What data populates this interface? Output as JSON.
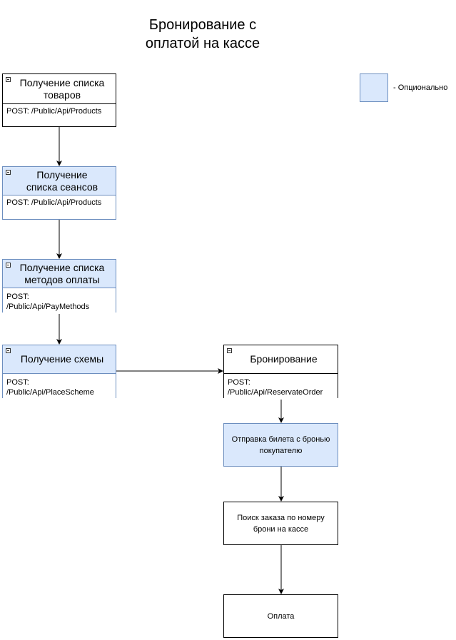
{
  "title": {
    "line1": "Бронирование с",
    "line2": "оплатой на кассе"
  },
  "legend": {
    "label": "- Опционально",
    "color": "#dae8fc"
  },
  "colors": {
    "optional_fill": "#dae8fc",
    "optional_stroke": "#6c8ebf",
    "stroke": "#000000"
  },
  "nodes": {
    "products": {
      "header": [
        "Получение списка",
        "товаров"
      ],
      "body": [
        "POST:  /Public/Api/Products"
      ],
      "optional": false
    },
    "sessions": {
      "header": [
        "Получение",
        "списка сеансов"
      ],
      "body": [
        "POST:  /Public/Api/Products"
      ],
      "optional": true
    },
    "paymethods": {
      "header": [
        "Получение списка",
        "методов оплаты"
      ],
      "body": [
        "POST:",
        "/Public/Api/PayMethods"
      ],
      "optional": true
    },
    "scheme": {
      "header": [
        "Получение схемы"
      ],
      "body": [
        "POST:",
        "/Public/Api/PlaceScheme"
      ],
      "optional": true
    },
    "reserve": {
      "header": [
        "Бронирование"
      ],
      "body": [
        "POST:",
        "/Public/Api/ReservateOrder"
      ],
      "optional": false
    },
    "send_ticket": {
      "label": [
        "Отправка билета с бронью",
        "покупателю"
      ],
      "optional": true
    },
    "search_order": {
      "label": [
        "Поиск заказа по номеру",
        "брони на кассе"
      ],
      "optional": false
    },
    "payment": {
      "label": [
        "Оплата"
      ],
      "optional": false
    }
  }
}
